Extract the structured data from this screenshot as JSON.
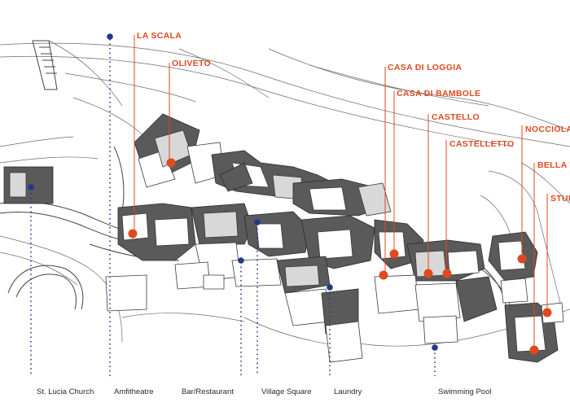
{
  "accommodations": [
    {
      "name": "LA SCALA"
    },
    {
      "name": "OLIVETO"
    },
    {
      "name": "CASA DI LOGGIA"
    },
    {
      "name": "CASA DI BAMBOLE"
    },
    {
      "name": "CASTELLO"
    },
    {
      "name": "CASTELLETTO"
    },
    {
      "name": "NOCCIOLA"
    },
    {
      "name": "BELLA V"
    },
    {
      "name": "STUD"
    }
  ],
  "amenities": [
    {
      "name": "St. Lucia Church"
    },
    {
      "name": "Amfitheatre"
    },
    {
      "name": "Bar/Restaurant"
    },
    {
      "name": "Village Square"
    },
    {
      "name": "Laundry"
    },
    {
      "name": "Swimming Pool"
    }
  ],
  "colors": {
    "accommodation_marker": "#e0491f",
    "amenity_marker": "#1f3a8a",
    "building_dark": "#5a5a5a",
    "building_light": "#d8d8d8"
  }
}
